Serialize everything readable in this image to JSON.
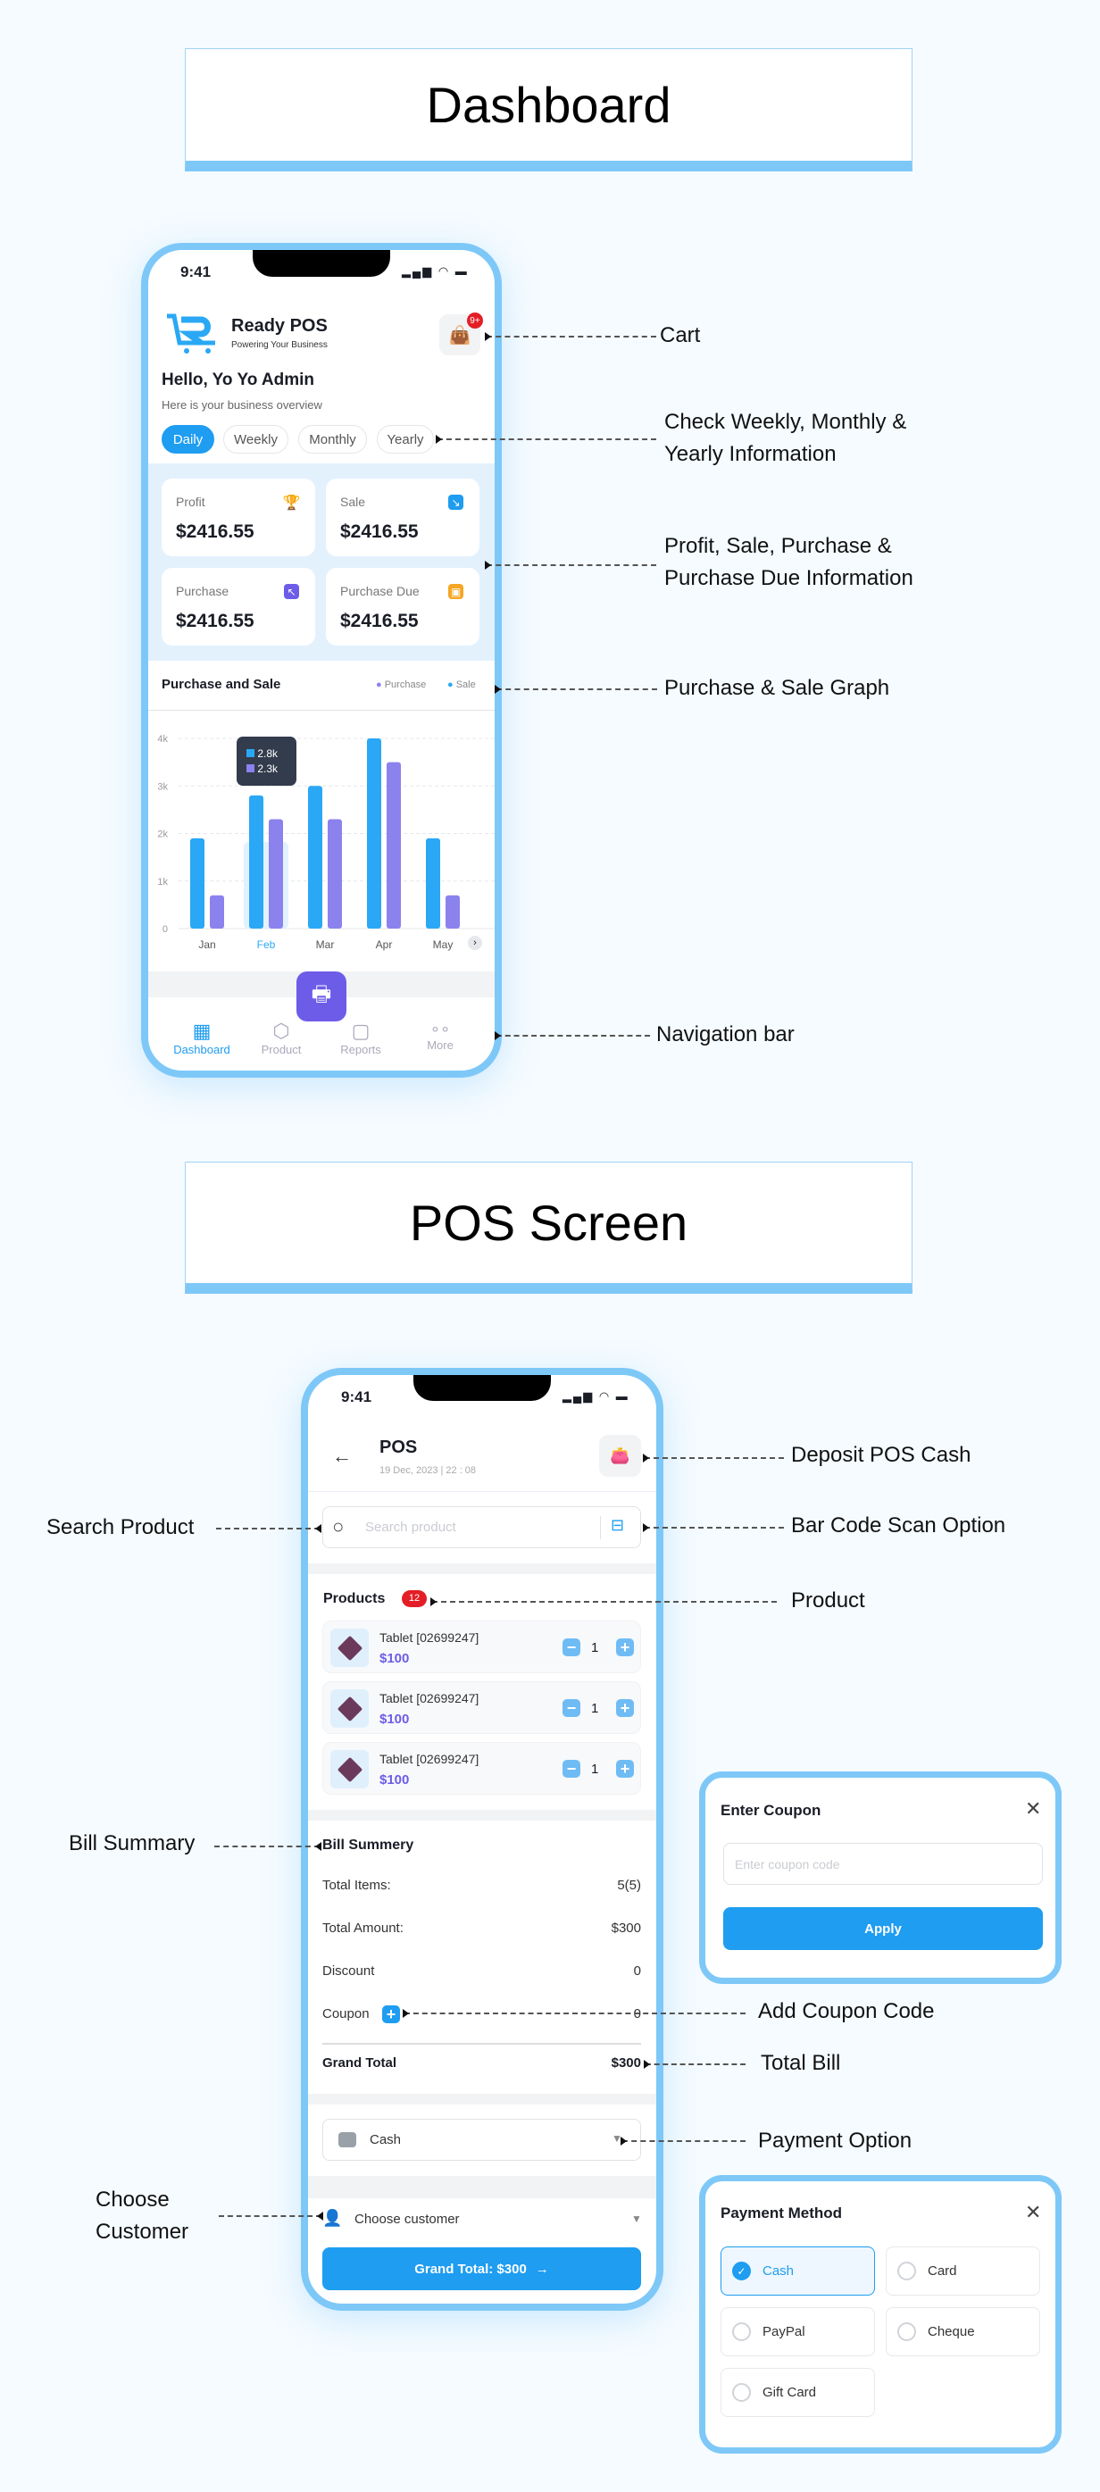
{
  "sections": {
    "dashboard_title": "Dashboard",
    "pos_title": "POS Screen"
  },
  "annotations": {
    "cart": "Cart",
    "periods_1": "Check Weekly, Monthly &",
    "periods_2": "Yearly Information",
    "cards_1": "Profit, Sale, Purchase &",
    "cards_2": "Purchase Due Information",
    "graph": "Purchase & Sale Graph",
    "nav": "Navigation bar",
    "deposit": "Deposit POS Cash",
    "barcode": "Bar Code Scan Option",
    "search": "Search Product",
    "product": "Product",
    "bill": "Bill Summary",
    "coupon": "Add Coupon Code",
    "total": "Total Bill",
    "payment": "Payment Option",
    "customer_1": "Choose",
    "customer_2": "Customer"
  },
  "dashboard": {
    "status_time": "9:41",
    "brand": {
      "name": "Ready POS",
      "tagline": "Powering Your Business"
    },
    "cart_badge": "9+",
    "greeting": "Hello, Yo Yo Admin",
    "subtitle": "Here is your business overview",
    "periods": [
      "Daily",
      "Weekly",
      "Monthly",
      "Yearly"
    ],
    "active_period": "Daily",
    "cards": [
      {
        "label": "Profit",
        "value": "$2416.55",
        "icon": "trophy-icon",
        "color": "#22c55e"
      },
      {
        "label": "Sale",
        "value": "$2416.55",
        "icon": "arrow-down-right-icon",
        "color": "#1e9df1"
      },
      {
        "label": "Purchase",
        "value": "$2416.55",
        "icon": "arrow-up-left-icon",
        "color": "#6d5ce8"
      },
      {
        "label": "Purchase Due",
        "value": "$2416.55",
        "icon": "wallet-icon",
        "color": "#f5a623"
      }
    ],
    "nav": [
      "Dashboard",
      "Product",
      "Reports",
      "More"
    ],
    "active_nav": "Dashboard"
  },
  "chart_data": {
    "type": "bar",
    "title": "Purchase and Sale",
    "categories": [
      "Jan",
      "Feb",
      "Mar",
      "Apr",
      "May"
    ],
    "series": [
      {
        "name": "Sale",
        "color": "#2aa8f5",
        "values": [
          1.9,
          2.8,
          3.0,
          4.0,
          1.9
        ]
      },
      {
        "name": "Purchase",
        "color": "#8b82ee",
        "values": [
          0.7,
          2.3,
          2.3,
          3.5,
          0.7
        ]
      }
    ],
    "yticks": [
      "0",
      "1k",
      "2k",
      "3k",
      "4k"
    ],
    "ylim": [
      0,
      4
    ],
    "unit": "k",
    "grid": true,
    "legend": "top-right",
    "highlight": "Feb",
    "tooltip": [
      "2.8k",
      "2.3k"
    ]
  },
  "pos": {
    "status_time": "9:41",
    "title": "POS",
    "datetime": "19 Dec, 2023 | 22 : 08",
    "search_placeholder": "Search product",
    "products_label": "Products",
    "products_count": "12",
    "products": [
      {
        "name": "Tablet [02699247]",
        "price": "$100",
        "qty": "1"
      },
      {
        "name": "Tablet [02699247]",
        "price": "$100",
        "qty": "1"
      },
      {
        "name": "Tablet [02699247]",
        "price": "$100",
        "qty": "1"
      }
    ],
    "bill": {
      "title": "Bill Summery",
      "rows": [
        {
          "label": "Total Items:",
          "value": "5(5)"
        },
        {
          "label": "Total Amount:",
          "value": "$300"
        },
        {
          "label": "Discount",
          "value": "0"
        },
        {
          "label": "Coupon",
          "value": "0"
        }
      ],
      "grand_label": "Grand Total",
      "grand_value": "$300"
    },
    "payment_selected": "Cash",
    "customer_placeholder": "Choose customer",
    "submit": "Grand Total: $300"
  },
  "coupon_modal": {
    "title": "Enter Coupon",
    "placeholder": "Enter coupon code",
    "apply": "Apply"
  },
  "payment_modal": {
    "title": "Payment Method",
    "options": [
      "Cash",
      "Card",
      "PayPal",
      "Cheque",
      "Gift Card"
    ],
    "selected": "Cash"
  }
}
